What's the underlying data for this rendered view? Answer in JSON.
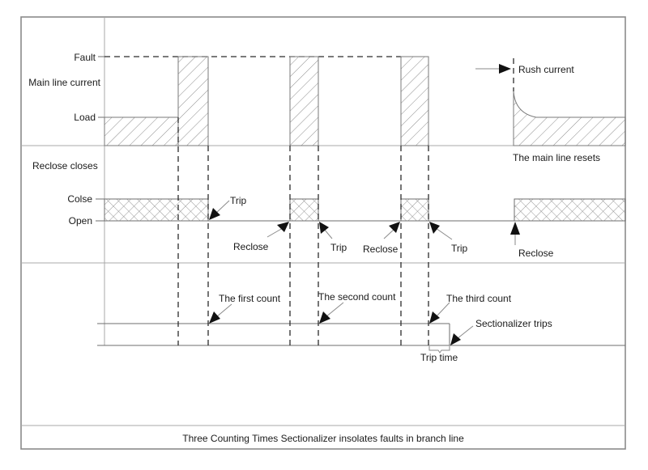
{
  "diagram": {
    "caption": "Three Counting Times Sectionalizer insolates faults in branch line",
    "current_panel": {
      "level_fault": "Fault",
      "title": "Main line current",
      "level_load": "Load",
      "rush_current": "Rush current",
      "reset_note": "The main line resets"
    },
    "recloser_panel": {
      "title": "Reclose closes",
      "level_close": "Colse",
      "level_open": "Open",
      "events": [
        {
          "label": "Trip"
        },
        {
          "label": "Reclose"
        },
        {
          "label": "Trip"
        },
        {
          "label": "Reclose"
        },
        {
          "label": "Trip"
        },
        {
          "label": "Reclose"
        }
      ]
    },
    "sectionalizer_panel": {
      "counts": [
        {
          "label": "The first count"
        },
        {
          "label": "The second count"
        },
        {
          "label": "The third count"
        }
      ],
      "trip_label": "Sectionalizer trips",
      "trip_time_label": "Trip time"
    },
    "colors": {
      "line": "#6e6e6e",
      "dashed": "#2b2b2b",
      "arrowhead": "#111111",
      "frame": "#8a8a8a"
    }
  }
}
